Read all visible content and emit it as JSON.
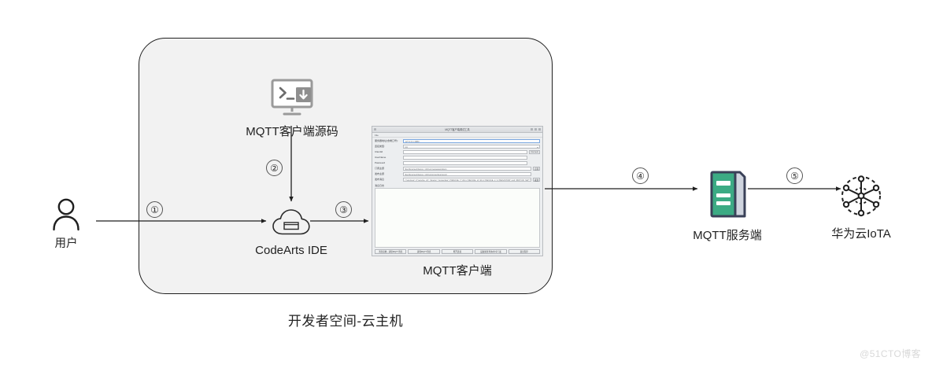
{
  "diagram": {
    "host_container_label": "开发者空间-云主机",
    "watermark": "@51CTO博客"
  },
  "nodes": {
    "user": {
      "label": "用户",
      "icon": "user-icon"
    },
    "source_code": {
      "label": "MQTT客户端源码",
      "icon": "monitor-download-icon"
    },
    "ide": {
      "label": "CodeArts IDE",
      "icon": "cloud-icon"
    },
    "client": {
      "label": "MQTT客户端",
      "icon": "app-window-screenshot"
    },
    "server": {
      "label": "MQTT服务端",
      "icon": "server-icon",
      "color": "#3cab84"
    },
    "iota": {
      "label": "华为云IoTA",
      "icon": "iot-network-icon"
    }
  },
  "steps": [
    {
      "id": "step-1",
      "label": "①"
    },
    {
      "id": "step-2",
      "label": "②"
    },
    {
      "id": "step-3",
      "label": "③"
    },
    {
      "id": "step-4",
      "label": "④"
    },
    {
      "id": "step-5",
      "label": "⑤"
    }
  ],
  "client_window": {
    "title": "MQTT客户端调试工具",
    "menu": "File",
    "window_buttons": [
      "minimize",
      "maximize",
      "close"
    ],
    "form_rows": [
      {
        "label": "服务器地址(含端口号):",
        "value": "127.0.0.1:1883",
        "type": "text",
        "button": ""
      },
      {
        "label": "连接类型:",
        "value": "tcp",
        "type": "select",
        "button": ""
      },
      {
        "label": "ClientId",
        "value": "",
        "type": "text",
        "button": "Connect"
      },
      {
        "label": "UserName",
        "value": "",
        "type": "text",
        "button": ""
      },
      {
        "label": "Password",
        "value": "",
        "type": "text",
        "button": ""
      },
      {
        "label": "订阅主题",
        "value": "$oc/devices/{device_id}/sys/messages/down",
        "type": "text",
        "button": "订阅"
      },
      {
        "label": "发布主题",
        "value": "$oc/devices/{device_id}/sys/properties/report",
        "type": "text",
        "button": ""
      },
      {
        "label": "发布消息",
        "value": "{\"services\": [{\"service_id\": \"device\",\"properties\":{\"DEVICE_T\":20.1,\"DEVICE_H\":20.1,\"DEVICE_L\":4,\"RESISTOR\":null,\"MOTOR_SW\":\"ON\",\"DEVICE_DESC\":\"run_mode\"}}]}",
        "type": "text",
        "button": "发送"
      }
    ],
    "log_section_label": "消息日志",
    "log_content": "",
    "bottom_buttons": [
      "消息接收 - 清除MQTT消息",
      "清除MQTT消息",
      "断开连接",
      "设备属性查询/命令下发",
      "退出程序"
    ]
  }
}
